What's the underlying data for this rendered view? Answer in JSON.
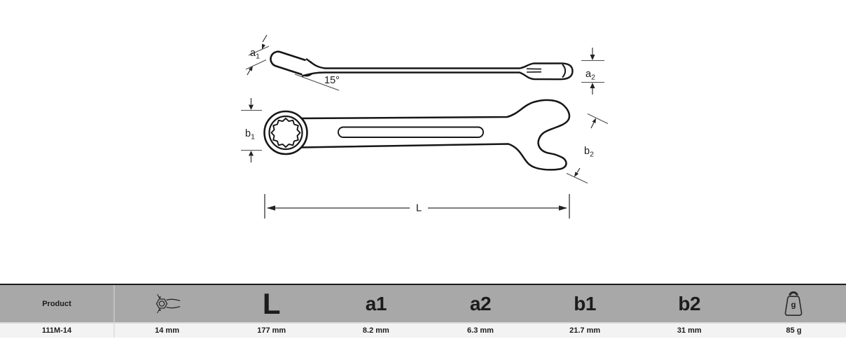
{
  "diagram": {
    "side_view": {
      "angle_label": "15°",
      "dim_a1": {
        "base": "a",
        "sub": "1"
      },
      "dim_a2": {
        "base": "a",
        "sub": "2"
      }
    },
    "top_view": {
      "dim_b1": {
        "base": "b",
        "sub": "1"
      },
      "dim_b2": {
        "base": "b",
        "sub": "2"
      }
    },
    "length_label": "L"
  },
  "table": {
    "columns": [
      {
        "id": "product",
        "header_text": "Product",
        "value": "111M-14"
      },
      {
        "id": "size",
        "header_icon": "wrench-size-icon",
        "value": "14 mm"
      },
      {
        "id": "length",
        "header_text": "L",
        "value": "177 mm"
      },
      {
        "id": "a1",
        "header_text": "a1",
        "value": "8.2 mm"
      },
      {
        "id": "a2",
        "header_text": "a2",
        "value": "6.3 mm"
      },
      {
        "id": "b1",
        "header_text": "b1",
        "value": "21.7 mm"
      },
      {
        "id": "b2",
        "header_text": "b2",
        "value": "31 mm"
      },
      {
        "id": "weight",
        "header_icon": "weight-grams-icon",
        "icon_label": "g",
        "value": "85 g"
      }
    ]
  },
  "colors": {
    "header_bg": "#a8a8a8",
    "row_bg": "#f3f3f3",
    "table_top_border": "#1b1b1b",
    "divider": "#c2c2c2",
    "line_art": "#161616"
  }
}
